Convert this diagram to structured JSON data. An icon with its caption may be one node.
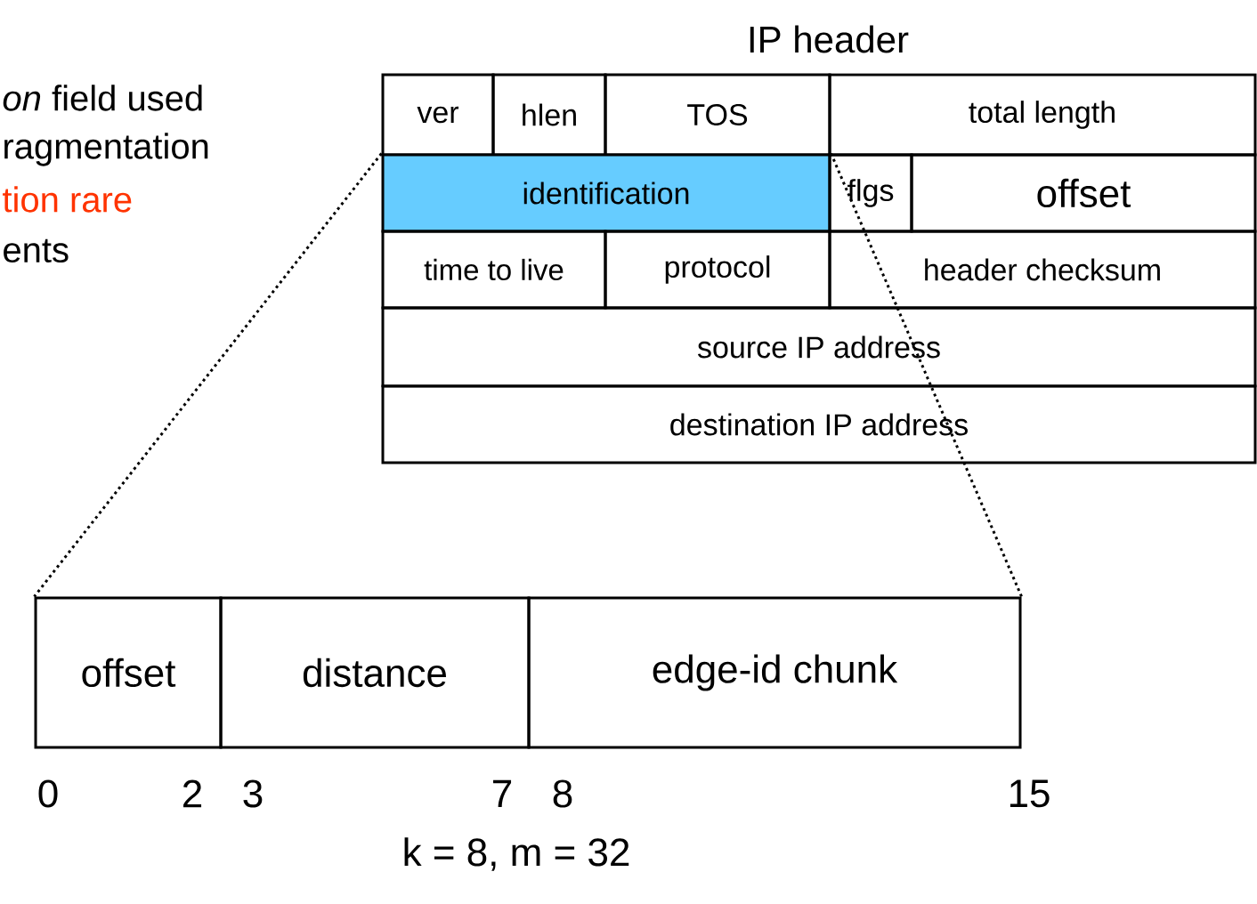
{
  "diagram": {
    "title": "IP header",
    "nodes": [
      {
        "text": [
          "ver"
        ]
      },
      {
        "text": [
          "hlen"
        ]
      },
      {
        "text": [
          "TOS"
        ]
      },
      {
        "text": [
          "total length"
        ]
      },
      {
        "text": [
          "identification"
        ]
      },
      {
        "text": [
          "flgs"
        ]
      },
      {
        "text": [
          "offset"
        ]
      },
      {
        "text": [
          "time to live"
        ]
      },
      {
        "text": [
          "protocol"
        ]
      },
      {
        "text": [
          "header checksum"
        ]
      },
      {
        "text": [
          "source IP address"
        ]
      },
      {
        "text": [
          "destination IP address"
        ]
      },
      {
        "text": [
          "offset"
        ]
      },
      {
        "text": [
          "distance"
        ]
      },
      {
        "text": [
          "edge-id chunk"
        ]
      }
    ],
    "edges": [
      {
        "from": 4,
        "to": 12,
        "arrow": "none",
        "style": "dashed"
      },
      {
        "from": 4,
        "to": 14,
        "arrow": "none",
        "style": "dashed"
      }
    ],
    "labels": [
      "*on* field used",
      "ragmentation",
      "tion rare",
      "ents",
      "0",
      "2",
      "3",
      "7",
      "8",
      "15",
      "k = 8, m = 32"
    ]
  }
}
